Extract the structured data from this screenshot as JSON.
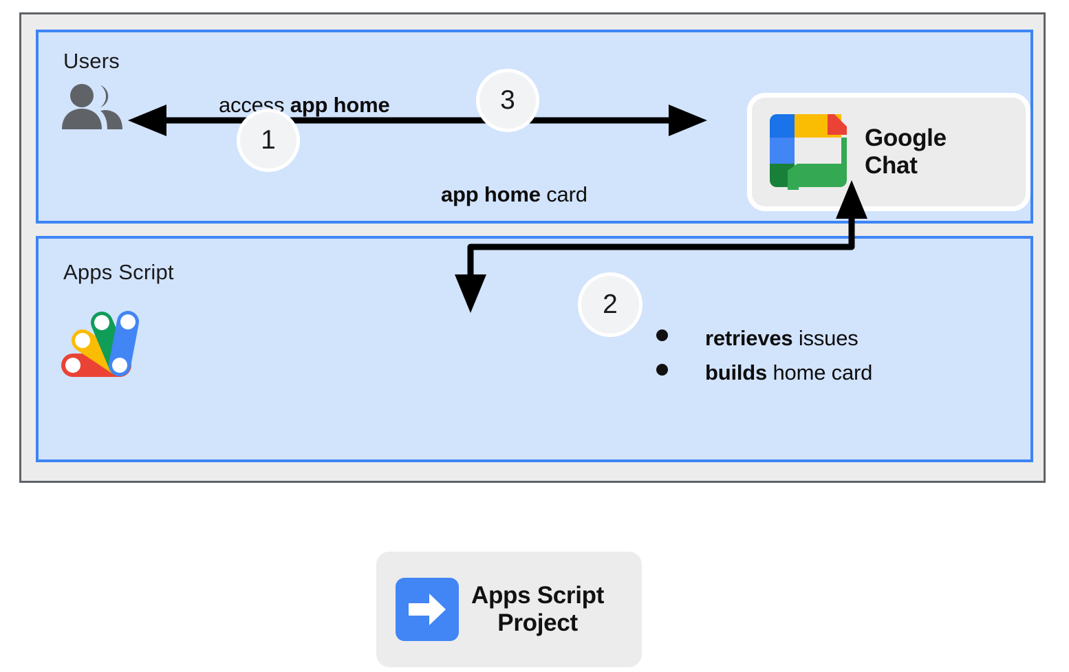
{
  "diagram": {
    "title": "Google Chat app home flow with Apps Script",
    "colors": {
      "frame_border": "#5f6368",
      "frame_fill": "#ececec",
      "panel_border": "#3d85f5",
      "panel_fill": "#d2e3fc",
      "badge_fill": "#f1f3f4",
      "card_fill": "#ececec",
      "arrow": "#000000",
      "users_icon": "#5f6368",
      "apps_script_blue": "#4285f4"
    }
  },
  "panels": [
    {
      "id": "users",
      "label": "Users"
    },
    {
      "id": "apps-script",
      "label": "Apps Script"
    }
  ],
  "nodes": [
    {
      "id": "google-chat",
      "label_line1": "Google",
      "label_line2": "Chat",
      "icon": "google-chat-logo"
    },
    {
      "id": "apps-script-project",
      "label_line1": "Apps Script",
      "label_line2": "Project",
      "icon": "apps-script-project-arrow-icon"
    }
  ],
  "edges": [
    {
      "id": "access-app-home",
      "prefix": "access ",
      "bold": "app home",
      "suffix": ""
    },
    {
      "id": "app-home-card",
      "prefix": "",
      "bold": "app home",
      "suffix": " card"
    }
  ],
  "steps": [
    {
      "id": "step-1",
      "number": "1"
    },
    {
      "id": "step-2",
      "number": "2"
    },
    {
      "id": "step-3",
      "number": "3"
    }
  ],
  "bullets": [
    {
      "bold": "retrieves",
      "rest": " issues"
    },
    {
      "bold": "builds",
      "rest": " home card"
    }
  ],
  "icons": {
    "users": "users-icon",
    "apps_script": "apps-script-logo",
    "google_chat": "google-chat-icon",
    "project_arrow": "right-arrow-icon"
  }
}
